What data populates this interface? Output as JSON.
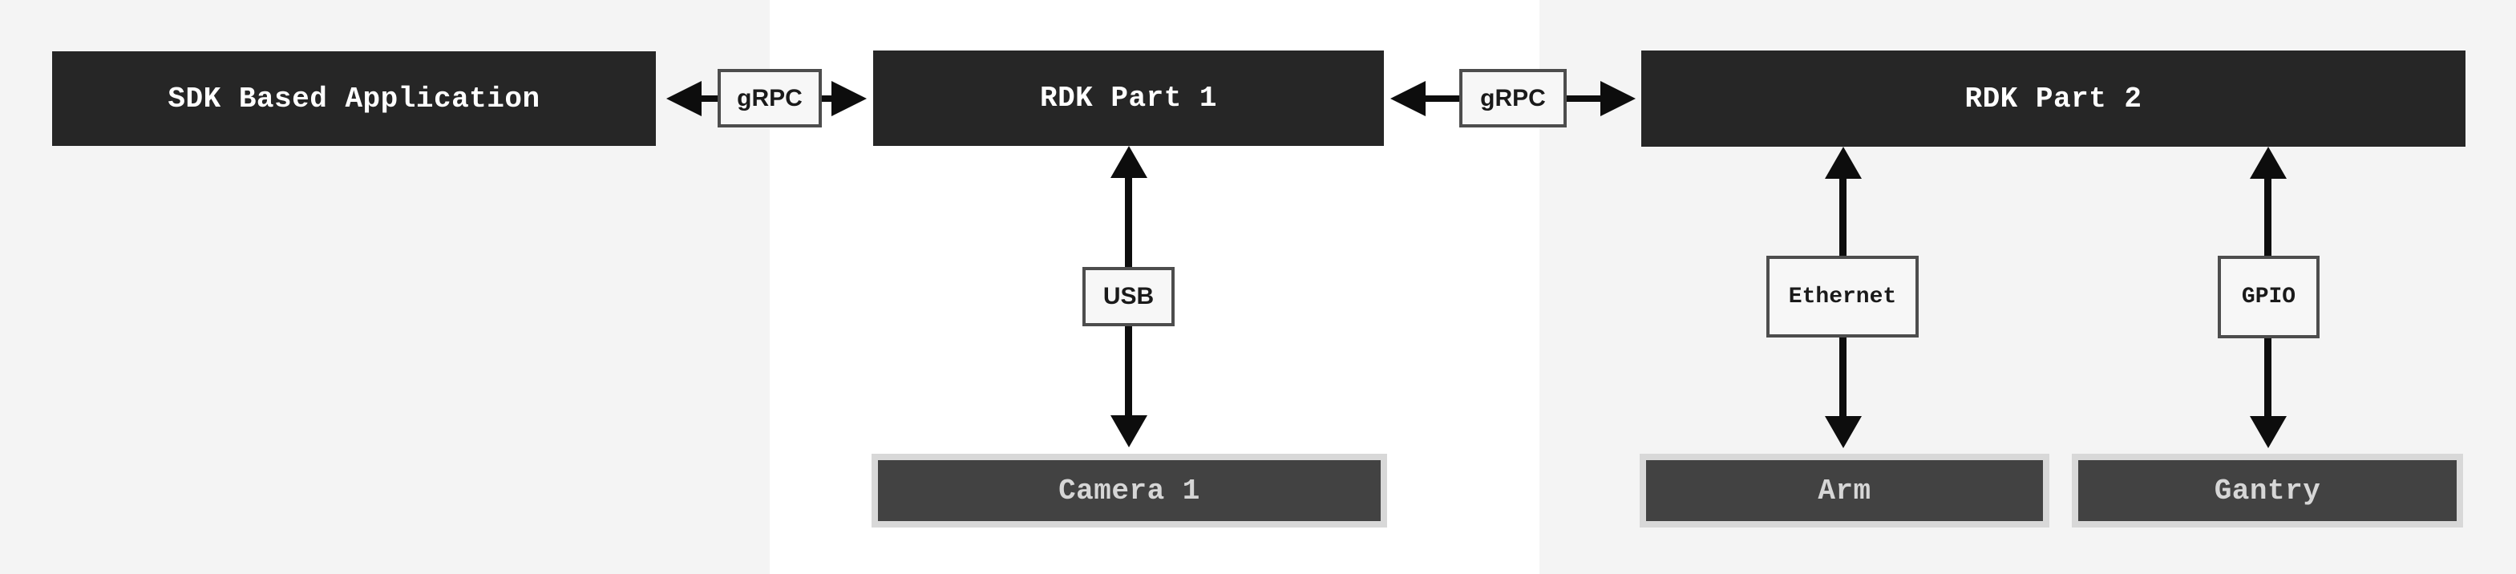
{
  "diagram": {
    "nodes": {
      "sdk_app": {
        "label": "SDK Based Application"
      },
      "rdk_part_1": {
        "label": "RDK Part 1"
      },
      "rdk_part_2": {
        "label": "RDK Part 2"
      },
      "camera": {
        "label": "Camera 1"
      },
      "arm": {
        "label": "Arm"
      },
      "gantry": {
        "label": "Gantry"
      }
    },
    "connections": {
      "grpc_sdk_to_rdk1": {
        "label": "gRPC",
        "style": "bidirectional-arrow"
      },
      "grpc_rdk1_to_rdk2": {
        "label": "gRPC",
        "style": "bidirectional-arrow"
      },
      "usb": {
        "label": "USB",
        "style": "bidirectional-arrow"
      },
      "ethernet": {
        "label": "Ethernet",
        "style": "bidirectional-arrow"
      },
      "gpio": {
        "label": "GPIO",
        "style": "bidirectional-arrow"
      }
    },
    "colors": {
      "page_background": "#f4f4f4",
      "center_band": "#ffffff",
      "node_fill": "#262626",
      "node_text": "#ffffff",
      "component_fill": "#424242",
      "component_border": "#d8d8d8",
      "component_text": "#d6d6d6",
      "label_fill": "#f7f7f7",
      "label_border": "#4d4d4d",
      "label_text": "#1a1a1a",
      "arrow": "#0d0d0d"
    }
  }
}
